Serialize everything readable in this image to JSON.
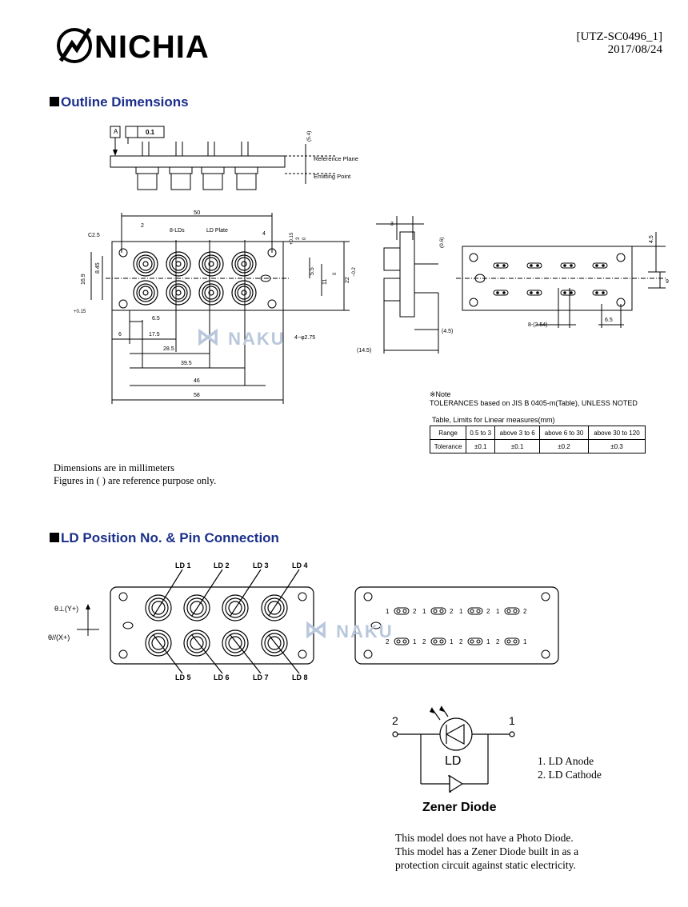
{
  "header": {
    "brand": "NICHIA",
    "doc_number": "[UTZ-SC0496_1]",
    "date": "2017/08/24"
  },
  "outline": {
    "title": "Outline Dimensions",
    "side_labels": {
      "datum": "A",
      "flatness_value": "0.1",
      "dim_top": "(5.4)",
      "reference_plane": "Reference Plane",
      "emitting_point": "Emitting Point"
    },
    "front_labels": {
      "width": "50",
      "dim_2": "2",
      "chamfer": "C2.5",
      "ld_count": "8-LDs",
      "ld_plate": "LD Plate",
      "dim_4": "4",
      "tol_top": "+0.15",
      "tol_mid": "3",
      "tol_bottom": "0",
      "dim_845": "8.45",
      "dim_169": "16.9",
      "dim_55": "5.5",
      "dim_11": "11",
      "dim_22": "22",
      "dim_22_tol_top": "0",
      "dim_22_tol_bottom": "−0.2",
      "hole_tol": "+0.15",
      "hole_dia": "Φ3",
      "hole_tol_bottom": "0",
      "dim_65": "6.5",
      "dim_6": "6",
      "dim_175": "17.5",
      "dim_285": "28.5",
      "dim_395": "39.5",
      "dim_46": "46",
      "dim_58": "58",
      "holes": "4−φ2.75"
    },
    "section_labels": {
      "dim_3": "3",
      "dim_06": "(0.6)",
      "dim_45": "(4.5)",
      "dim_145": "(14.5)"
    },
    "back_labels": {
      "dim_45": "4.5",
      "dim_9": "9",
      "pitch": "8-(2.54)",
      "dim_65": "6.5"
    },
    "note": {
      "marker": "※Note",
      "text": "TOLERANCES based on JIS B 0405-m(Table), UNLESS NOTED",
      "table_title": "Table, Limits for Linear measures(mm)",
      "headers": [
        "Range",
        "0.5 to 3",
        "above 3 to 6",
        "above 6 to 30",
        "above 30 to 120"
      ],
      "row": [
        "Tolerance",
        "±0.1",
        "±0.1",
        "±0.2",
        "±0.3"
      ]
    },
    "footnotes": [
      "Dimensions are in millimeters",
      "Figures in ( ) are reference purpose only."
    ]
  },
  "pins": {
    "title": "LD Position No. & Pin Connection",
    "ld_labels": [
      "LD 1",
      "LD 2",
      "LD 3",
      "LD 4",
      "LD 5",
      "LD 6",
      "LD 7",
      "LD 8"
    ],
    "axis_perp": "θ⊥(Y+)",
    "axis_par": "θ//(X+)",
    "pin_1": "1",
    "pin_2": "2",
    "watermark": "NAKU",
    "circuit": {
      "terminal_left": "2",
      "terminal_right": "1",
      "ld_label": "LD",
      "zener_label": "Zener Diode"
    },
    "legend": [
      "1. LD Anode",
      "2. LD Cathode"
    ],
    "notes": [
      "This model does not have a Photo Diode.",
      "This model has a Zener Diode built in as a",
      "protection circuit against static electricity."
    ]
  }
}
